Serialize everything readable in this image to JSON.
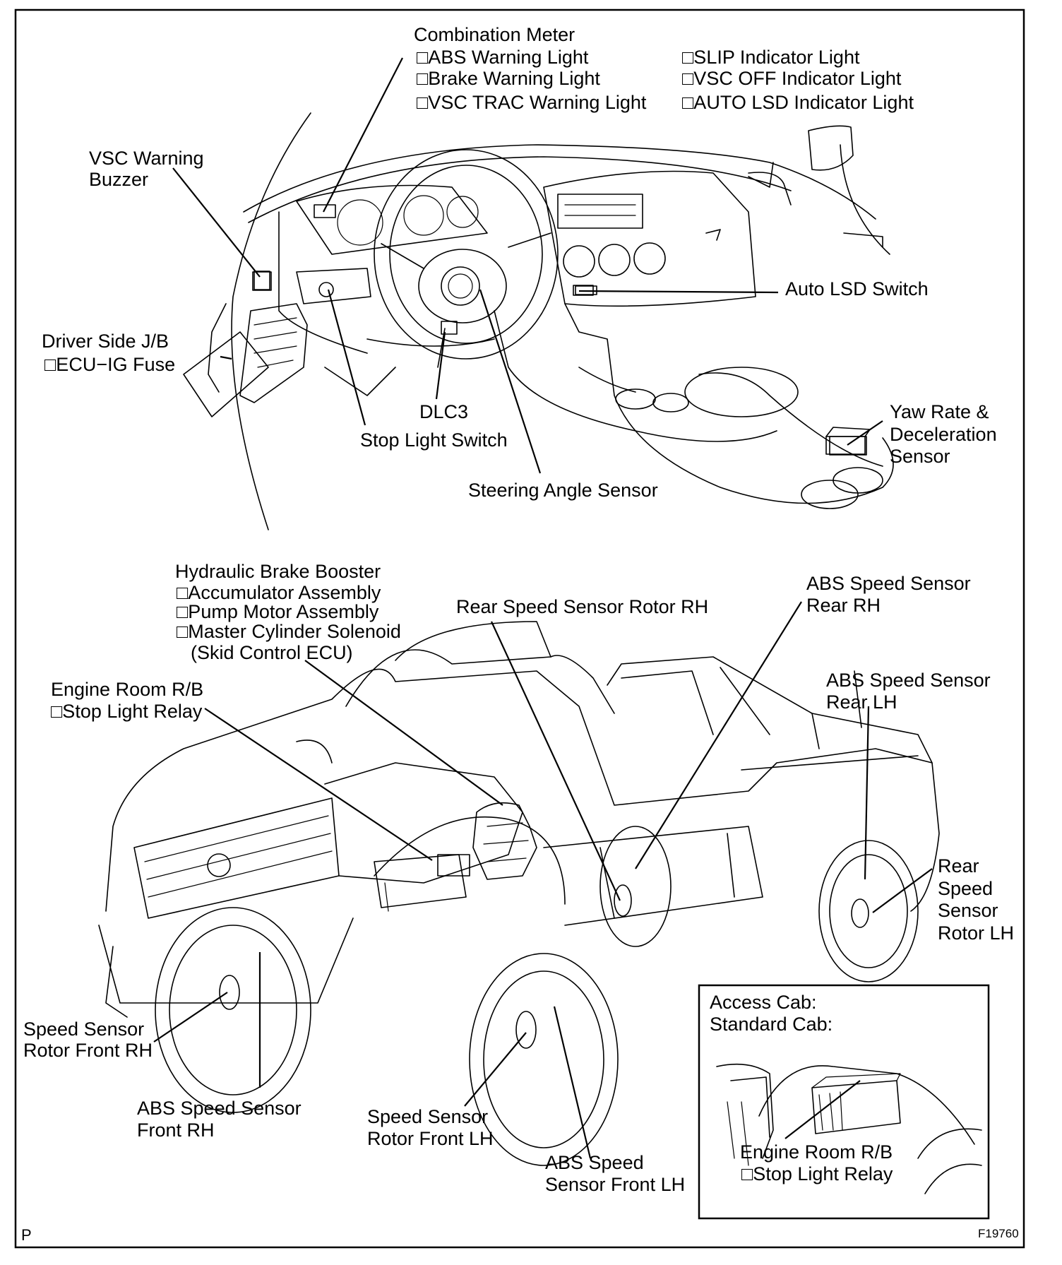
{
  "dashboard": {
    "combination_meter": {
      "title": "Combination Meter",
      "items_left": [
        "□ABS Warning Light",
        "□Brake Warning Light",
        "□VSC TRAC Warning Light"
      ],
      "items_right": [
        "□SLIP Indicator Light",
        "□VSC OFF Indicator Light",
        "□AUTO LSD Indicator Light"
      ]
    },
    "vsc_buzzer": [
      "VSC Warning",
      "Buzzer"
    ],
    "driver_jb": [
      "Driver Side J/B",
      "□ECU−IG Fuse"
    ],
    "auto_lsd": "Auto LSD Switch",
    "dlc3": "DLC3",
    "stop_light_switch": "Stop Light Switch",
    "steering_angle": "Steering Angle Sensor",
    "yaw_rate": [
      "Yaw Rate &",
      "Deceleration",
      "Sensor"
    ]
  },
  "vehicle": {
    "hydraulic": [
      "Hydraulic Brake Booster",
      "□Accumulator Assembly",
      "□Pump Motor Assembly",
      "□Master Cylinder Solenoid",
      "(Skid Control ECU)"
    ],
    "engine_rb": [
      "Engine Room R/B",
      "□Stop Light Relay"
    ],
    "rear_rotor_rh": "Rear Speed Sensor Rotor RH",
    "abs_rear_rh": [
      "ABS Speed Sensor",
      "Rear RH"
    ],
    "abs_rear_lh": [
      "ABS Speed Sensor",
      "Rear LH"
    ],
    "rear_rotor_lh": [
      "Rear",
      "Speed",
      "Sensor",
      "Rotor LH"
    ],
    "rotor_front_rh": [
      "Speed Sensor",
      "Rotor Front RH"
    ],
    "abs_front_rh": [
      "ABS Speed Sensor",
      "Front RH"
    ],
    "rotor_front_lh": [
      "Speed Sensor",
      "Rotor Front LH"
    ],
    "abs_front_lh": [
      "ABS Speed",
      "Sensor Front LH"
    ]
  },
  "inset": {
    "cab": [
      "Access Cab:",
      "Standard Cab:"
    ],
    "engine_rb": [
      "Engine Room R/B",
      "□Stop Light Relay"
    ]
  },
  "corner_mark": "P",
  "figure_code": "F19760"
}
